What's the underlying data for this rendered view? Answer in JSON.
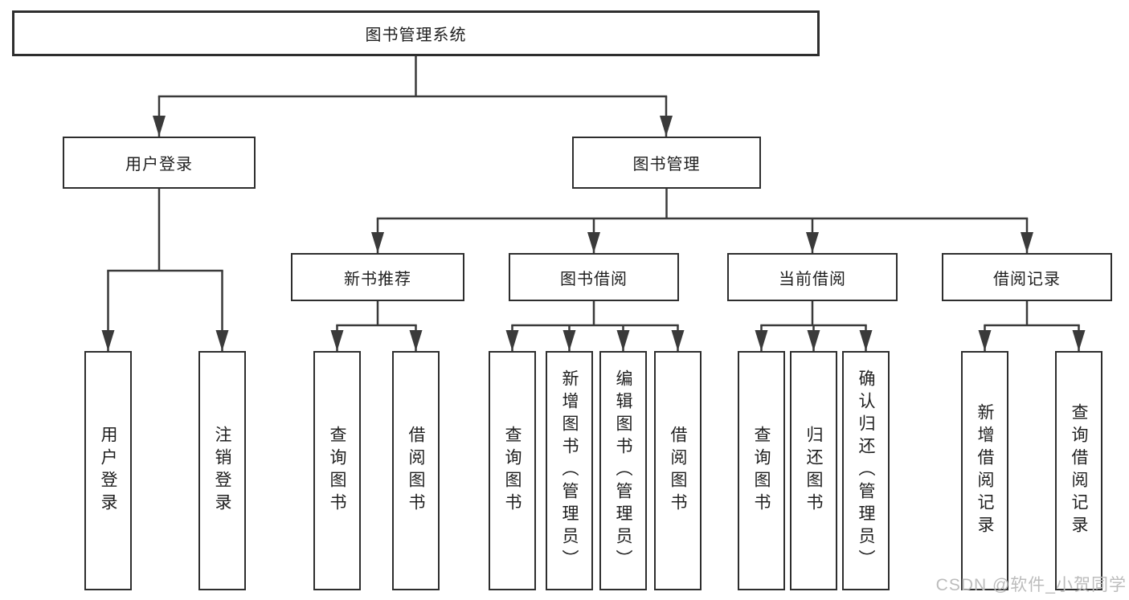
{
  "root": {
    "label": "图书管理系统"
  },
  "level2": [
    {
      "label": "用户登录"
    },
    {
      "label": "图书管理"
    }
  ],
  "level3": [
    {
      "label": "新书推荐"
    },
    {
      "label": "图书借阅"
    },
    {
      "label": "当前借阅"
    },
    {
      "label": "借阅记录"
    }
  ],
  "leaves": {
    "user_login": [
      "用户登录",
      "注销登录"
    ],
    "new_book_recommend": [
      "查询图书",
      "借阅图书"
    ],
    "book_borrow": [
      "查询图书",
      "新增图书（管理员）",
      "编辑图书（管理员）",
      "借阅图书"
    ],
    "current_borrow": [
      "查询图书",
      "归还图书",
      "确认归还（管理员）"
    ],
    "borrow_records": [
      "新增借阅记录",
      "查询借阅记录"
    ]
  },
  "watermark": "CSDN @软件_小贺同学",
  "colors": {
    "line": "#3a3a3a",
    "border": "#2e2e2e",
    "text": "#1f1f1f",
    "watermark": "#bcbcbc",
    "background": "#ffffff"
  }
}
